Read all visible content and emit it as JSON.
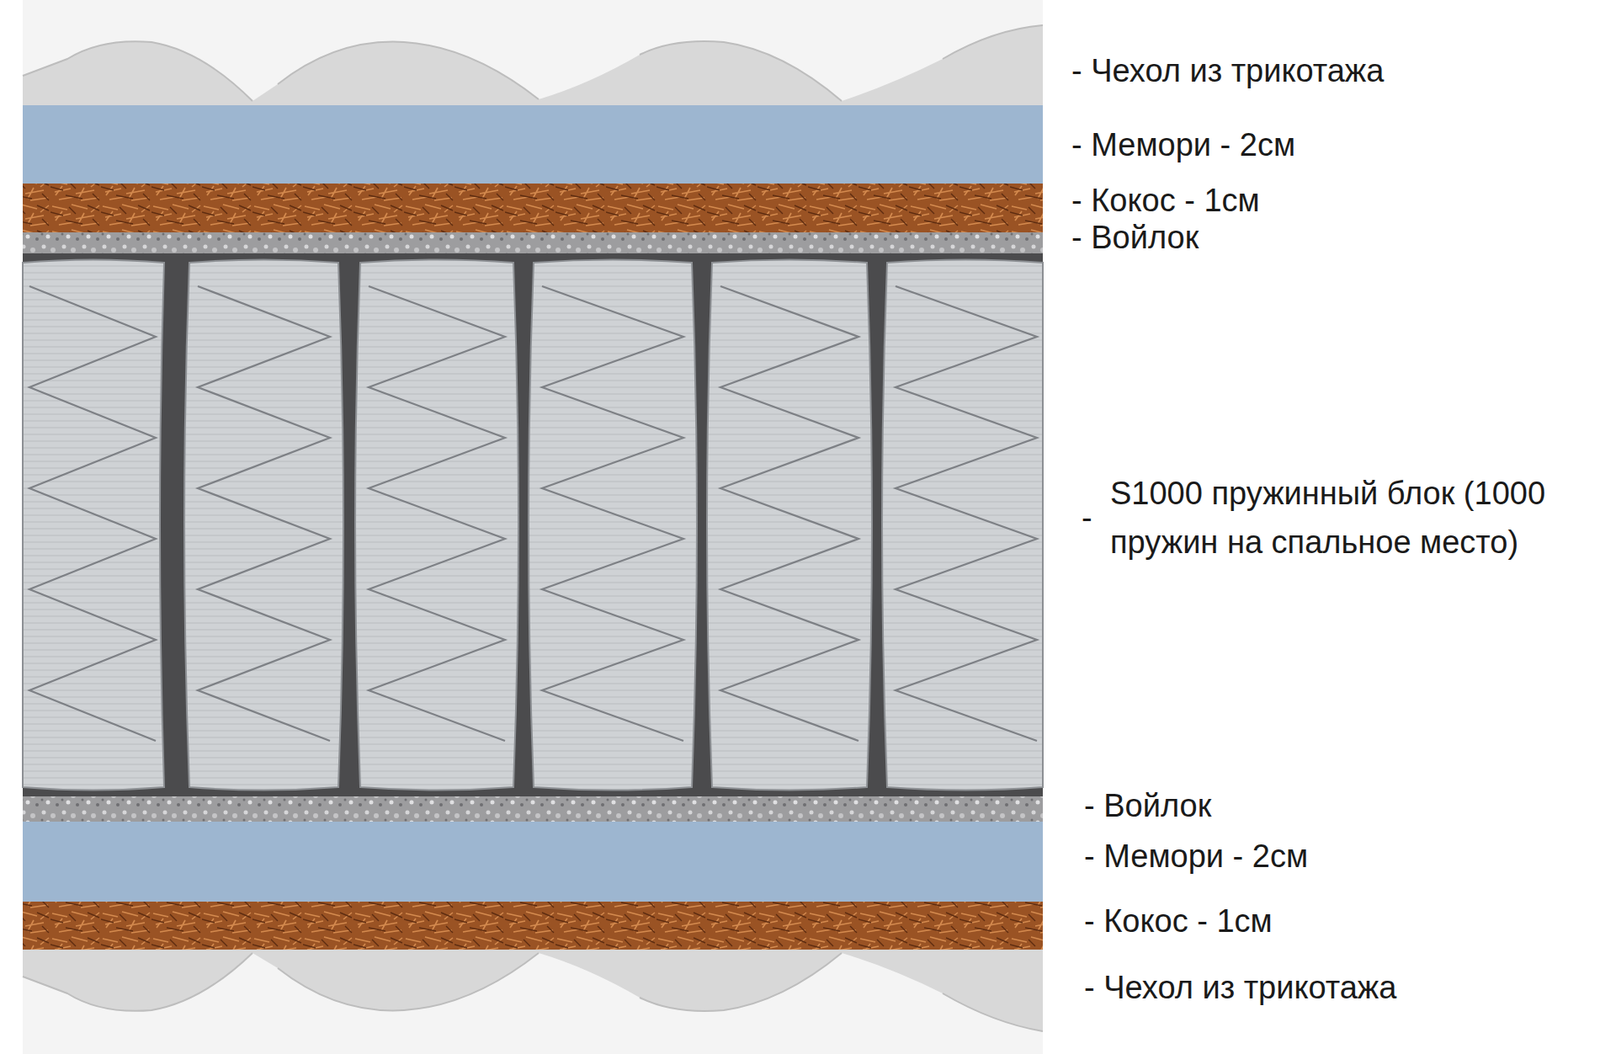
{
  "diagram": {
    "labels": [
      "- Чехол из трикотажа",
      "- Мемори - 2см",
      "- Кокос - 1см",
      "- Войлок",
      "S1000 пружинный блок (1000 пружин на спальное место)",
      "-",
      "- Войлок",
      "- Мемори - 2см",
      "- Кокос - 1см",
      "- Чехол из трикотажа"
    ]
  }
}
